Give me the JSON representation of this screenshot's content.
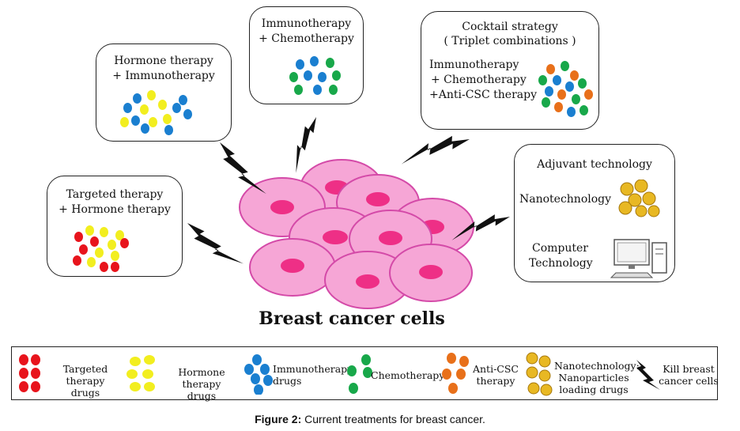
{
  "boxes": {
    "hormone_immuno": {
      "line1": "Hormone therapy",
      "line2": "+ Immunotherapy"
    },
    "immuno_chemo": {
      "line1": "Immunotherapy",
      "line2": "+ Chemotherapy"
    },
    "cocktail": {
      "title1": "Cocktail strategy",
      "title2": "( Triplet combinations )",
      "line1": "Immunotherapy",
      "line2": "+ Chemotherapy",
      "line3": "+Anti-CSC therapy"
    },
    "targeted_hormone": {
      "line1": "Targeted therapy",
      "line2": "+ Hormone therapy"
    },
    "adjuvant": {
      "title": "Adjuvant technology",
      "nano": "Nanotechnology",
      "computer1": "Computer",
      "computer2": "Technology"
    }
  },
  "center_title": "Breast cancer cells",
  "legend": {
    "targeted": {
      "l1": "Targeted therapy",
      "l2": "drugs"
    },
    "hormone": {
      "l1": "Hormone therapy",
      "l2": "drugs"
    },
    "immuno": {
      "l1": "Immunotherapy",
      "l2": "drugs"
    },
    "chemo": {
      "l1": "Chemotherapy"
    },
    "anticsc": {
      "l1": "Anti-CSC",
      "l2": "therapy"
    },
    "nano": {
      "l1": "Nanotechnology:",
      "l2": "Nanoparticles",
      "l3": "loading drugs"
    },
    "kill": {
      "l1": "Kill breast",
      "l2": "cancer cells"
    }
  },
  "caption": {
    "bold": "Figure 2:",
    "text": " Current treatments for breast cancer."
  },
  "colors": {
    "targeted": "#e8141c",
    "hormone": "#f2ee1f",
    "immuno": "#1a7fd0",
    "chemo": "#18a84a",
    "anticsc": "#e8701a",
    "cell": "#f6a6d6",
    "nucleus": "#ee2f86"
  }
}
